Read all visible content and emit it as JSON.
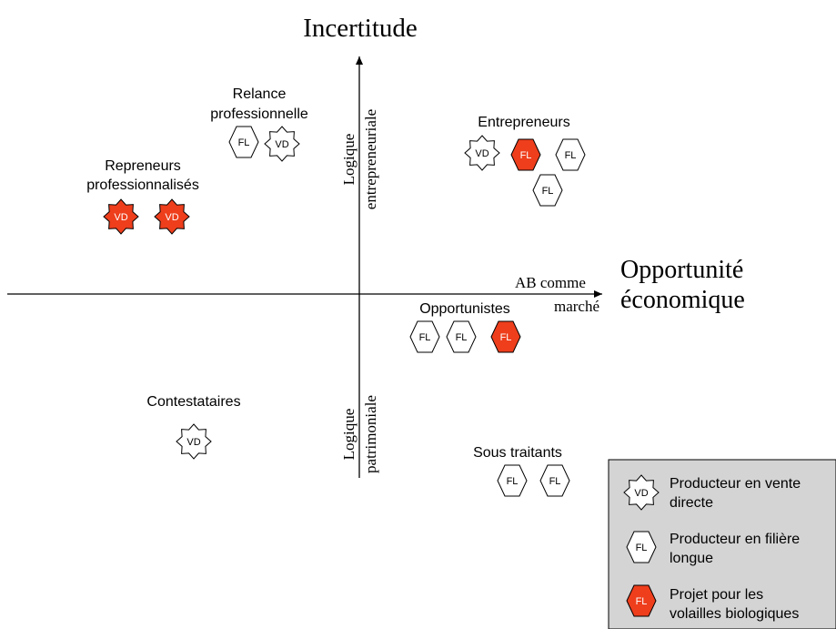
{
  "axes": {
    "y_title": "Incertitude",
    "x_title_line1": "Opportunité",
    "x_title_line2": "économique",
    "x_label_line1": "AB comme",
    "x_label_line2": "marché",
    "top_label_line1": "Logique",
    "top_label_line2": "entrepreneuriale",
    "bottom_label_line1": "Logique",
    "bottom_label_line2": "patrimoniale"
  },
  "groups": [
    {
      "id": "relance",
      "lines": [
        "Relance",
        "professionnelle"
      ],
      "members": [
        "FL",
        "VD"
      ]
    },
    {
      "id": "repreneurs",
      "lines": [
        "Repreneurs",
        "professionnalisés"
      ],
      "members": [
        "VD",
        "VD"
      ]
    },
    {
      "id": "entrepreneurs",
      "lines": [
        "Entrepreneurs"
      ],
      "members": [
        "VD",
        "FL",
        "FL",
        "FL"
      ]
    },
    {
      "id": "opportunistes",
      "lines": [
        "Opportunistes"
      ],
      "members": [
        "FL",
        "FL",
        "FL"
      ]
    },
    {
      "id": "contestataires",
      "lines": [
        "Contestataires"
      ],
      "members": [
        "VD"
      ]
    },
    {
      "id": "sous-traitants",
      "lines": [
        "Sous traitants"
      ],
      "members": [
        "FL",
        "FL"
      ]
    }
  ],
  "legend": {
    "items": [
      {
        "symbol": "VD",
        "shape": "star",
        "fill": "#ffffff",
        "line1": "Producteur en vente",
        "line2": "directe"
      },
      {
        "symbol": "FL",
        "shape": "hexagon",
        "fill": "#ffffff",
        "line1": "Producteur en filière",
        "line2": "longue"
      },
      {
        "symbol": "FL",
        "shape": "hexagon",
        "fill": "#ee3e1c",
        "line1": "Projet pour les",
        "line2": "volailles biologiques"
      }
    ]
  },
  "colors": {
    "highlight": "#ee3e1c",
    "legend_bg": "#d4d4d4",
    "line": "#000000"
  }
}
